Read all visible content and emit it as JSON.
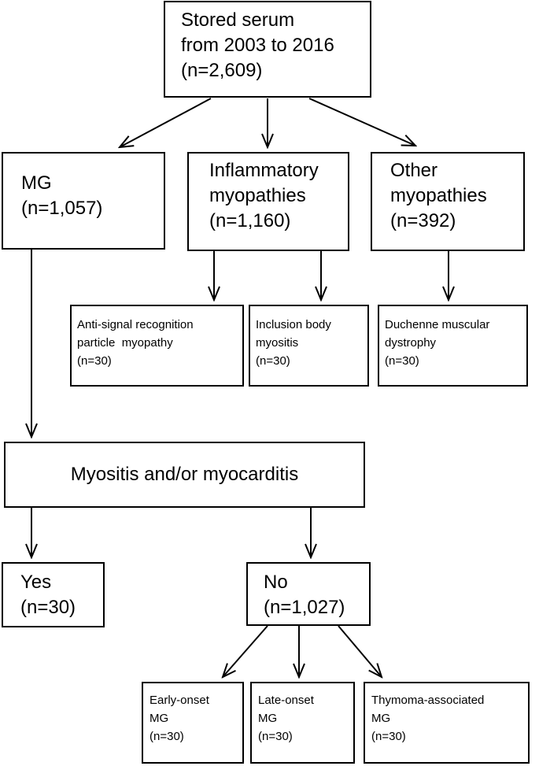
{
  "diagram": {
    "root": {
      "lines": [
        "Stored serum",
        "from 2003 to 2016",
        "(n=2,609)"
      ]
    },
    "mg": {
      "lines": [
        "MG",
        "(n=1,057)"
      ]
    },
    "inflammatory": {
      "lines": [
        "Inflammatory",
        "myopathies",
        "(n=1,160)"
      ]
    },
    "other": {
      "lines": [
        "Other",
        "myopathies",
        "(n=392)"
      ]
    },
    "anti_srp": {
      "lines": [
        "Anti-signal recognition",
        "particle  myopathy",
        "(n=30)"
      ]
    },
    "ibm": {
      "lines": [
        "Inclusion body",
        "myositis",
        "(n=30)"
      ]
    },
    "dmd": {
      "lines": [
        "Duchenne muscular",
        "dystrophy",
        "(n=30)"
      ]
    },
    "myositis": {
      "lines": [
        "Myositis and/or myocarditis"
      ]
    },
    "yes": {
      "lines": [
        "Yes",
        "(n=30)"
      ]
    },
    "no": {
      "lines": [
        "No",
        "(n=1,027)"
      ]
    },
    "early": {
      "lines": [
        "Early-onset",
        "MG",
        "(n=30)"
      ]
    },
    "late": {
      "lines": [
        "Late-onset",
        "MG",
        "(n=30)"
      ]
    },
    "thymoma": {
      "lines": [
        "Thymoma-associated",
        "MG",
        "(n=30)"
      ]
    }
  }
}
